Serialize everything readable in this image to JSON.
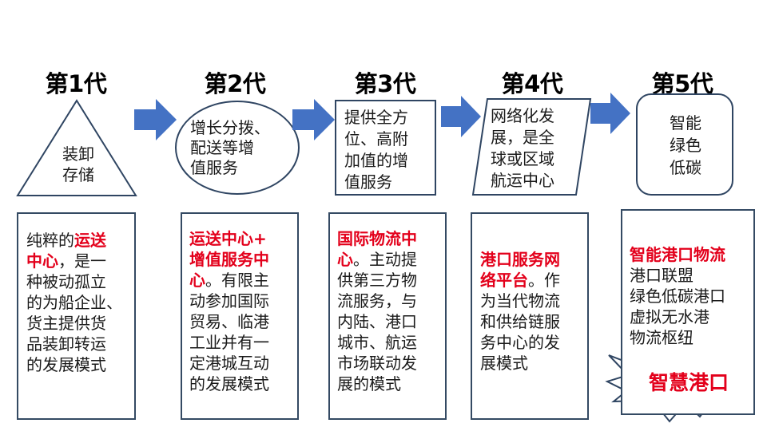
{
  "generations": [
    {
      "title": "第1代",
      "shape_lines": [
        "装卸",
        "存储"
      ],
      "description": [
        [
          {
            "t": "纯粹的"
          },
          {
            "t": "运送",
            "hl": true
          }
        ],
        [
          {
            "t": "中心",
            "hl": true
          },
          {
            "t": "，是一"
          }
        ],
        [
          {
            "t": "种被动孤立"
          }
        ],
        [
          {
            "t": "的为船企业、"
          }
        ],
        [
          {
            "t": "货主提供货"
          }
        ],
        [
          {
            "t": "品装卸转运"
          }
        ],
        [
          {
            "t": "的发展模式"
          }
        ]
      ]
    },
    {
      "title": "第2代",
      "shape_lines": [
        "增长分拨、",
        "配送等增",
        "值服务"
      ],
      "description": [
        [
          {
            "t": "运送中心+",
            "hl": true
          }
        ],
        [
          {
            "t": "增值服务中",
            "hl": true
          }
        ],
        [
          {
            "t": "心",
            "hl": true
          },
          {
            "t": "。有限主"
          }
        ],
        [
          {
            "t": "动参加国际"
          }
        ],
        [
          {
            "t": "贸易、临港"
          }
        ],
        [
          {
            "t": "工业并有一"
          }
        ],
        [
          {
            "t": "定港城互动"
          }
        ],
        [
          {
            "t": "的发展模式"
          }
        ]
      ]
    },
    {
      "title": "第3代",
      "shape_lines": [
        "提供全方",
        "位、高附",
        "加值的增",
        "值服务"
      ],
      "description": [
        [
          {
            "t": "国际物流中",
            "hl": true
          }
        ],
        [
          {
            "t": "心",
            "hl": true
          },
          {
            "t": "。主动提"
          }
        ],
        [
          {
            "t": "供第三方物"
          }
        ],
        [
          {
            "t": "流服务，与"
          }
        ],
        [
          {
            "t": "内陆、港口"
          }
        ],
        [
          {
            "t": "城市、航运"
          }
        ],
        [
          {
            "t": "市场联动发"
          }
        ],
        [
          {
            "t": "展的模式"
          }
        ]
      ]
    },
    {
      "title": "第4代",
      "shape_lines": [
        "网络化发",
        "展，是全",
        "球或区域",
        "航运中心"
      ],
      "description": [
        [
          {
            "t": "港口服务网",
            "hl": true
          }
        ],
        [
          {
            "t": "络平台",
            "hl": true
          },
          {
            "t": "。作"
          }
        ],
        [
          {
            "t": "为当代物流"
          }
        ],
        [
          {
            "t": "和供给链服"
          }
        ],
        [
          {
            "t": "务中心的发"
          }
        ],
        [
          {
            "t": "展模式"
          }
        ]
      ]
    },
    {
      "title": "第5代",
      "shape_lines": [
        "智能",
        "绿色",
        "低碳"
      ],
      "description": [
        [
          {
            "t": "智能港口物流",
            "hl": true
          }
        ],
        [
          {
            "t": "港口联盟"
          }
        ],
        [
          {
            "t": "绿色低碳港口"
          }
        ],
        [
          {
            "t": "虚拟无水港"
          }
        ],
        [
          {
            "t": "物流枢纽"
          }
        ]
      ]
    }
  ],
  "burst_label": "智慧港口",
  "colors": {
    "arrow": "#4472c4",
    "shape_stroke": "#2f4562",
    "highlight": "#e3001b",
    "burst_stroke": "#2f4562"
  }
}
